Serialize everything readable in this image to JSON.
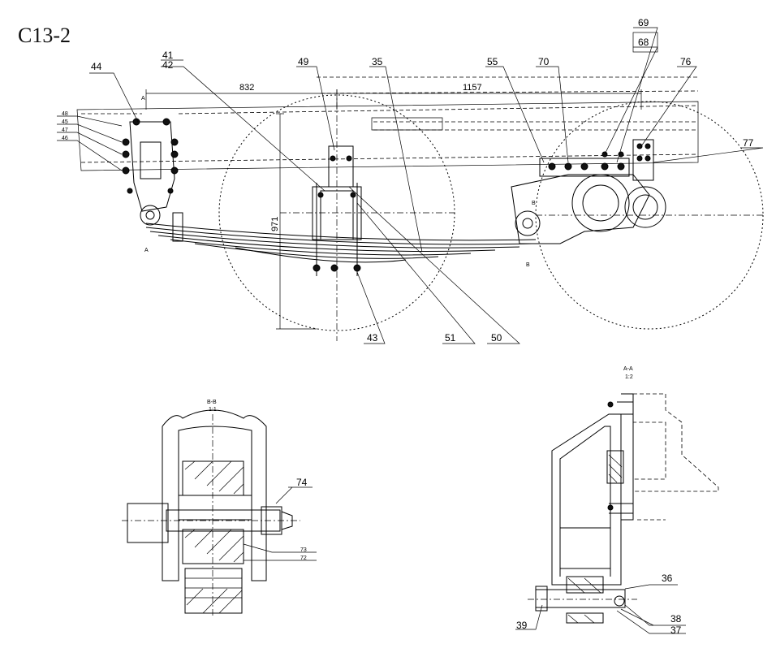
{
  "title": "C13-2",
  "dimensions": {
    "d832": "832",
    "d1157": "1157",
    "d971": "971"
  },
  "section_labels": {
    "a": "A",
    "b": "B",
    "aa": "A-A",
    "aa_scale": "1:2",
    "bb": "B-B",
    "bb_scale": "1:1"
  },
  "callouts": {
    "c44": "44",
    "c41": "41",
    "c42": "42",
    "c49": "49",
    "c35": "35",
    "c55": "55",
    "c70": "70",
    "c69": "69",
    "c68": "68",
    "c76": "76",
    "c77": "77",
    "c48": "48",
    "c45": "45",
    "c47": "47",
    "c46": "46",
    "c43": "43",
    "c51": "51",
    "c50": "50",
    "c74": "74",
    "c73": "73",
    "c72": "72",
    "c36": "36",
    "c38": "38",
    "c37": "37",
    "c39": "39"
  }
}
